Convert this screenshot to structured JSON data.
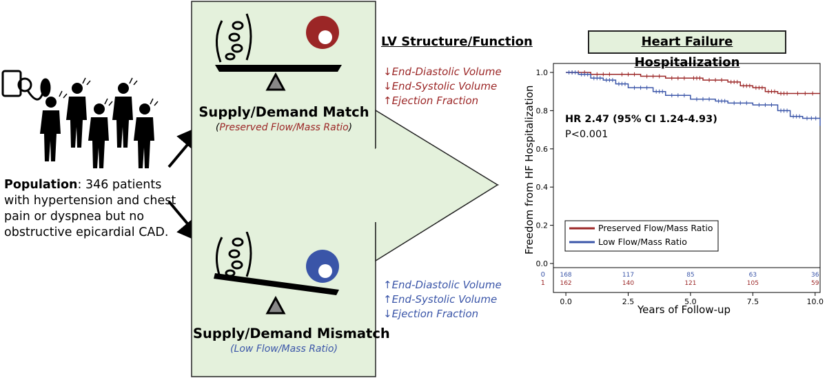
{
  "population": {
    "label": "Population",
    "text": ": 346 patients with hypertension and chest pain or dyspnea but no obstructive epicardial CAD."
  },
  "match": {
    "title": "Supply/Demand Match",
    "subtitle_open": "(",
    "subtitle": "Preserved Flow/Mass Ratio",
    "subtitle_close": ")"
  },
  "mismatch": {
    "title": "Supply/Demand Mismatch",
    "subtitle": "(Low Flow/Mass Ratio)"
  },
  "lv": {
    "heading": "LV Structure/Function",
    "preserved": [
      "↓End-Diastolic Volume",
      "↓End-Systolic Volume",
      "↑Ejection Fraction"
    ],
    "low": [
      "↑End-Diastolic Volume",
      "↑End-Systolic Volume",
      "↓Ejection Fraction"
    ]
  },
  "colors": {
    "preserved": "#9b2626",
    "low": "#3a55a8",
    "panel": "#e4f1dc"
  },
  "chart_title": "Heart Failure Hospitalization",
  "chart_data": {
    "type": "line",
    "title": "Heart Failure Hospitalization",
    "xlabel": "Years of Follow-up",
    "ylabel": "Freedom from HF Hospitalization",
    "xlim": [
      -0.5,
      10.2
    ],
    "ylim": [
      0.0,
      1.0
    ],
    "xticks": [
      "0.0",
      "2.5",
      "5.0",
      "7.5",
      "10.0"
    ],
    "yticks": [
      "0.0",
      "0.2",
      "0.4",
      "0.6",
      "0.8",
      "1.0"
    ],
    "annotation_hr": "HR 2.47 (95% CI 1.24-4.93)",
    "annotation_p": "P<0.001",
    "series": [
      {
        "name": "Preserved Flow/Mass Ratio",
        "color": "#9b2626",
        "x": [
          0,
          1.0,
          2.0,
          3.0,
          4.0,
          5.0,
          5.5,
          6.5,
          7.0,
          7.5,
          8.0,
          8.5,
          9.0,
          10.2
        ],
        "y": [
          1.0,
          0.99,
          0.99,
          0.98,
          0.97,
          0.97,
          0.96,
          0.95,
          0.93,
          0.92,
          0.9,
          0.89,
          0.89,
          0.89
        ]
      },
      {
        "name": "Low Flow/Mass Ratio",
        "color": "#3a55a8",
        "x": [
          0,
          0.5,
          1.0,
          1.5,
          2.0,
          2.5,
          3.5,
          4.0,
          5.0,
          6.0,
          6.5,
          7.5,
          8.5,
          9.0,
          9.5,
          10.2
        ],
        "y": [
          1.0,
          0.99,
          0.97,
          0.96,
          0.94,
          0.92,
          0.9,
          0.88,
          0.86,
          0.85,
          0.84,
          0.83,
          0.8,
          0.77,
          0.76,
          0.72
        ]
      }
    ],
    "risk_table": {
      "group_labels": [
        "0",
        "1"
      ],
      "x": [
        0.0,
        2.5,
        5.0,
        7.5,
        10.0
      ],
      "rows": [
        [
          "168",
          "117",
          "85",
          "63",
          "36"
        ],
        [
          "162",
          "140",
          "121",
          "105",
          "59"
        ]
      ]
    }
  }
}
